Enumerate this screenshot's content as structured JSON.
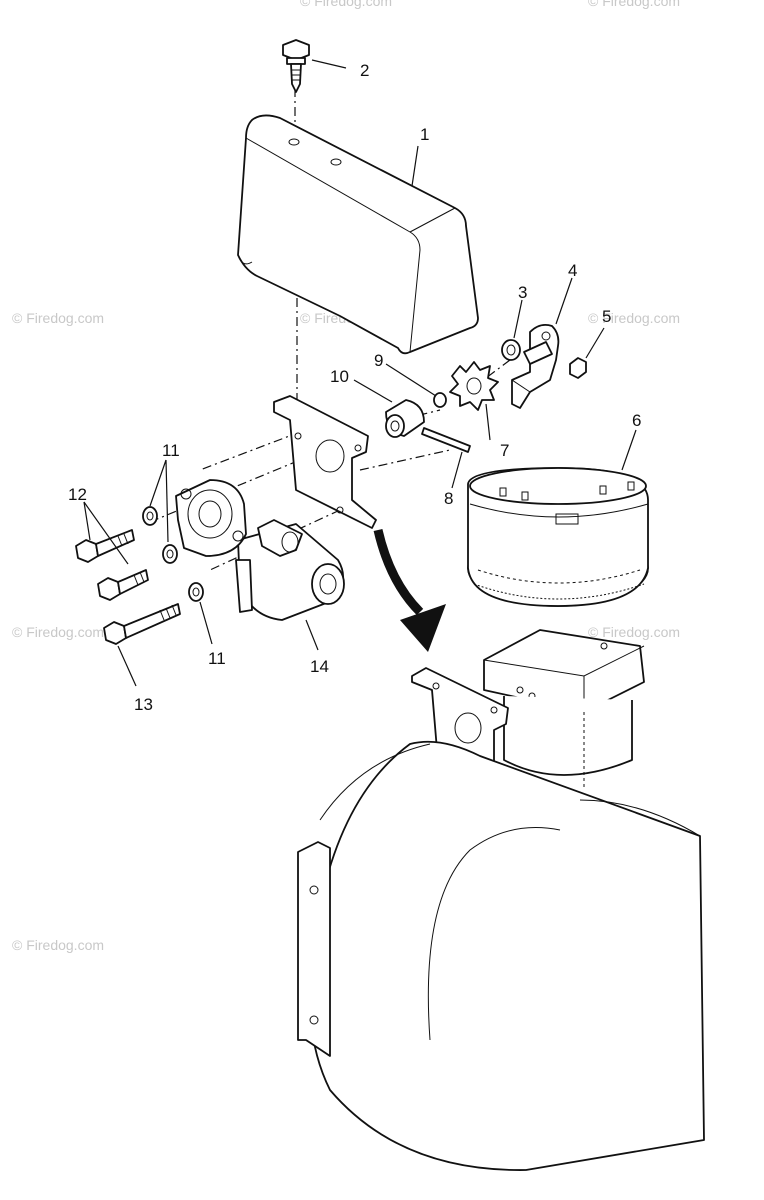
{
  "callouts": {
    "c1": "1",
    "c2": "2",
    "c3": "3",
    "c4": "4",
    "c5": "5",
    "c6": "6",
    "c7": "7",
    "c8": "8",
    "c9": "9",
    "c10": "10",
    "c11a": "11",
    "c11b": "11",
    "c12": "12",
    "c13": "13",
    "c14": "14"
  },
  "watermark": "© Firedog.com"
}
